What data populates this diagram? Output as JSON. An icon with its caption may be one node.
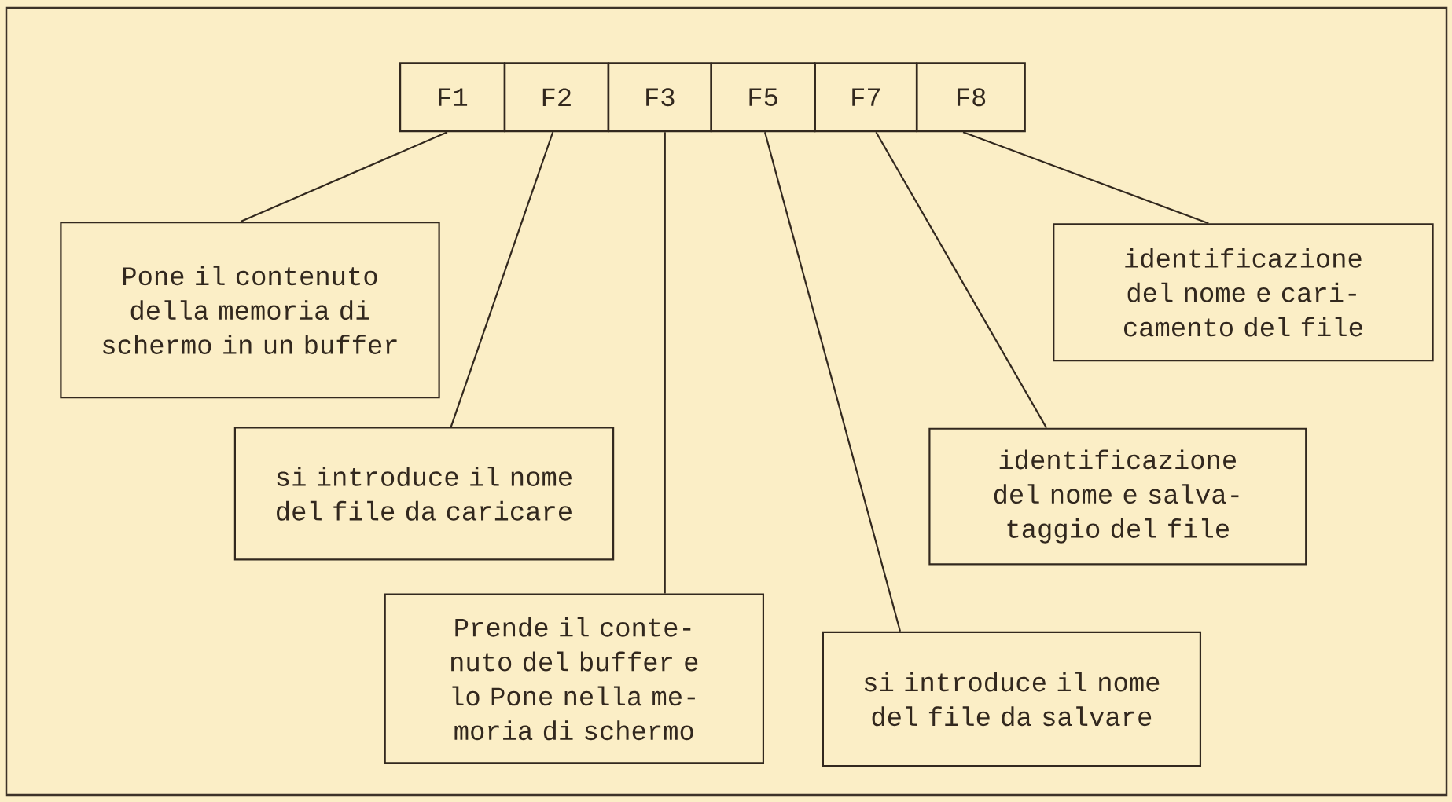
{
  "diagram": {
    "nodes": [
      {
        "text": [
          "F1"
        ]
      },
      {
        "text": [
          "F2"
        ]
      },
      {
        "text": [
          "F3"
        ]
      },
      {
        "text": [
          "F5"
        ]
      },
      {
        "text": [
          "F7"
        ]
      },
      {
        "text": [
          "F8"
        ]
      },
      {
        "text": [
          "Pone il contenuto della memoria di schermo in un buffer"
        ]
      },
      {
        "text": [
          "identificazione del nome e cari- camento del file"
        ]
      },
      {
        "text": [
          "si introduce il nome del file da caricare"
        ]
      },
      {
        "text": [
          "identificazione del nome e salva- taggio del file"
        ]
      },
      {
        "text": [
          "Prende il conte- nuto del buffer e lo Pone nella me- moria di schermo"
        ]
      },
      {
        "text": [
          "si introduce il nome del file da salvare"
        ]
      }
    ],
    "edges": [
      {
        "from": 6,
        "to": 0,
        "arrow": "none"
      },
      {
        "from": 8,
        "to": 1,
        "arrow": "none"
      },
      {
        "from": 10,
        "to": 2,
        "arrow": "none"
      },
      {
        "from": 11,
        "to": 3,
        "arrow": "none"
      },
      {
        "from": 9,
        "to": 4,
        "arrow": "none"
      },
      {
        "from": 7,
        "to": 5,
        "arrow": "none"
      }
    ]
  }
}
